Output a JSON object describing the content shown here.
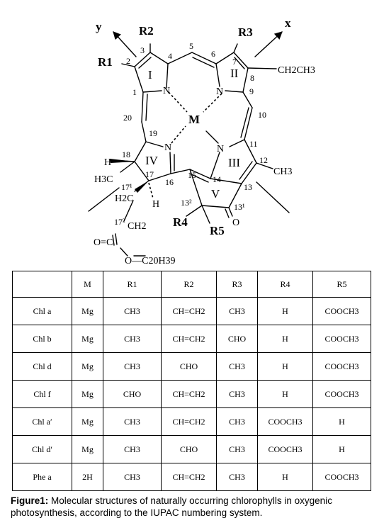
{
  "structure": {
    "axis_y": "y",
    "axis_x": "x",
    "r1": "R1",
    "r2": "R2",
    "r3": "R3",
    "r4": "R4",
    "r5": "R5",
    "metal": "M",
    "ring_i": "I",
    "ring_ii": "II",
    "ring_iii": "III",
    "ring_iv": "IV",
    "ring_v": "V",
    "n_atom": "N",
    "ethyl": "CH2CH3",
    "methyl_12": "CH3",
    "methyl_18": "H3C",
    "h_18": "H",
    "h_17": "H",
    "ch2_171": "H2C",
    "ch2_172": "CH2",
    "ester_o": "O",
    "ester_carbonyl": "O=C",
    "phytyl": "O—C20H39",
    "keto_o": "O",
    "positions": [
      "1",
      "2",
      "3",
      "4",
      "5",
      "6",
      "7",
      "8",
      "9",
      "10",
      "11",
      "12",
      "13",
      "14",
      "15",
      "16",
      "17",
      "18",
      "19",
      "20",
      "17¹",
      "17²",
      "13¹",
      "13²"
    ]
  },
  "table": {
    "headers": [
      "",
      "M",
      "R1",
      "R2",
      "R3",
      "R4",
      "R5"
    ],
    "rows": [
      [
        "Chl a",
        "Mg",
        "CH3",
        "CH=CH2",
        "CH3",
        "H",
        "COOCH3"
      ],
      [
        "Chl b",
        "Mg",
        "CH3",
        "CH=CH2",
        "CHO",
        "H",
        "COOCH3"
      ],
      [
        "Chl d",
        "Mg",
        "CH3",
        "CHO",
        "CH3",
        "H",
        "COOCH3"
      ],
      [
        "Chl f",
        "Mg",
        "CHO",
        "CH=CH2",
        "CH3",
        "H",
        "COOCH3"
      ],
      [
        "Chl a′",
        "Mg",
        "CH3",
        "CH=CH2",
        "CH3",
        "COOCH3",
        "H"
      ],
      [
        "Chl d′",
        "Mg",
        "CH3",
        "CHO",
        "CH3",
        "COOCH3",
        "H"
      ],
      [
        "Phe a",
        "2H",
        "CH3",
        "CH=CH2",
        "CH3",
        "H",
        "COOCH3"
      ]
    ]
  },
  "caption": {
    "label": "Figure1:",
    "text": " Molecular structures of naturally occurring chlorophylls in oxygenic photosynthesis, according to the IUPAC numbering system."
  }
}
